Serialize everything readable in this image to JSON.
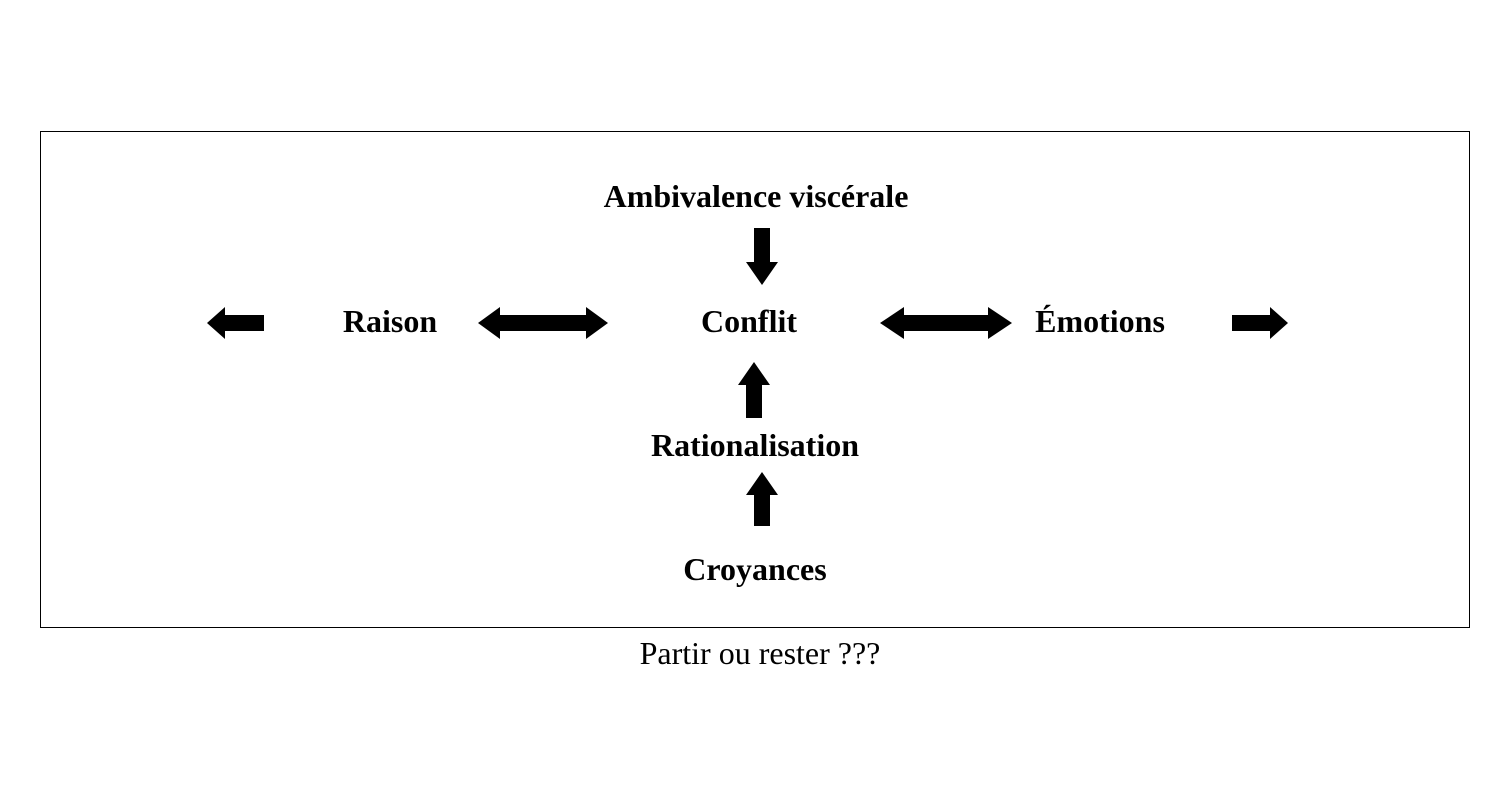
{
  "nodes": {
    "ambivalence": "Ambivalence viscérale",
    "raison": "Raison",
    "conflit": "Conflit",
    "emotions": "Émotions",
    "rationalisation": "Rationalisation",
    "croyances": "Croyances"
  },
  "caption": "Partir ou rester ???",
  "arrows": [
    {
      "name": "ambivalence-to-conflit",
      "direction": "down"
    },
    {
      "name": "raison-conflit",
      "direction": "both-horizontal"
    },
    {
      "name": "conflit-emotions",
      "direction": "both-horizontal"
    },
    {
      "name": "raison-outward",
      "direction": "left"
    },
    {
      "name": "emotions-outward",
      "direction": "right"
    },
    {
      "name": "rationalisation-to-conflit",
      "direction": "up"
    },
    {
      "name": "croyances-to-rationalisation",
      "direction": "up"
    }
  ],
  "colors": {
    "ink": "#000000",
    "background": "#ffffff"
  }
}
